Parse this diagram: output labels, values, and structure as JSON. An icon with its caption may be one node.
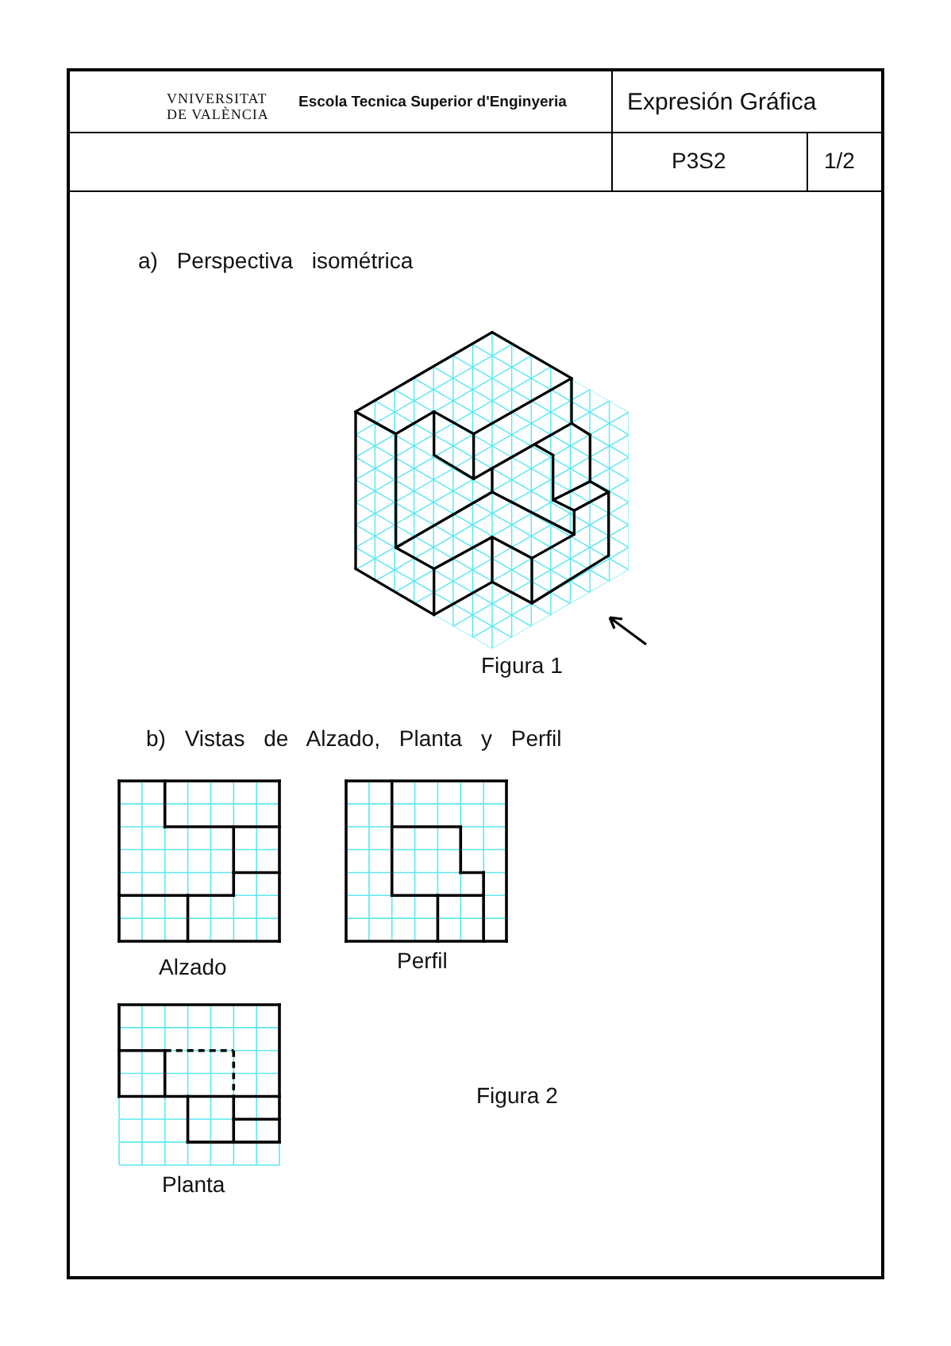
{
  "diagram": {
    "labels": [
      "VNIVERSITAT DE VALÈNCIA",
      "Escola Tecnica Superior d'Enginyeria",
      "Expresión Gráfica",
      "P3S2",
      "1/2",
      "a) Perspectiva isométrica",
      "Figura 1",
      "b) Vistas de Alzado, Planta y Perfil",
      "Alzado",
      "Perfil",
      "Planta",
      "Figura 2"
    ]
  }
}
